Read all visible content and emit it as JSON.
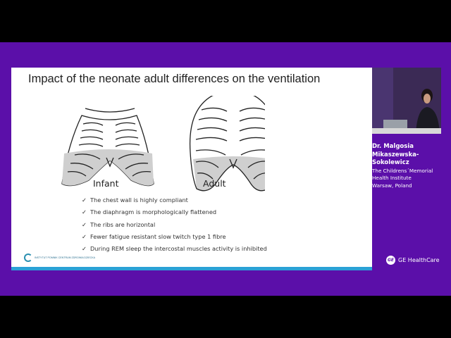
{
  "slide": {
    "title": "Impact of the neonate adult differences on the ventilation",
    "figure_labels": {
      "infant": "Infant",
      "adult": "Adult"
    },
    "bullets": [
      "The chest wall is highly compliant",
      "The diaphragm is morphologically flattened",
      "The ribs are horizontal",
      "Fewer fatigue resistant slow twitch type 1 fibre",
      "During REM sleep the intercostal muscles activity is inhibited"
    ],
    "check_icon": "✓",
    "footer_logo_text": "INSTYTUT POMNIK CENTRUM ZDROWIA DZIECKA",
    "accent_color": "#2aa1d6"
  },
  "speaker": {
    "name": "Dr. Malgosia Mikaszewska-Sokolewicz",
    "affiliation_lines": [
      "The Childrens´Memorial",
      "Health Institute",
      "Warsaw, Poland"
    ]
  },
  "brand": {
    "logo_text": "GE HealthCare"
  },
  "colors": {
    "background": "#5b0fa9",
    "letterbox": "#000000"
  }
}
